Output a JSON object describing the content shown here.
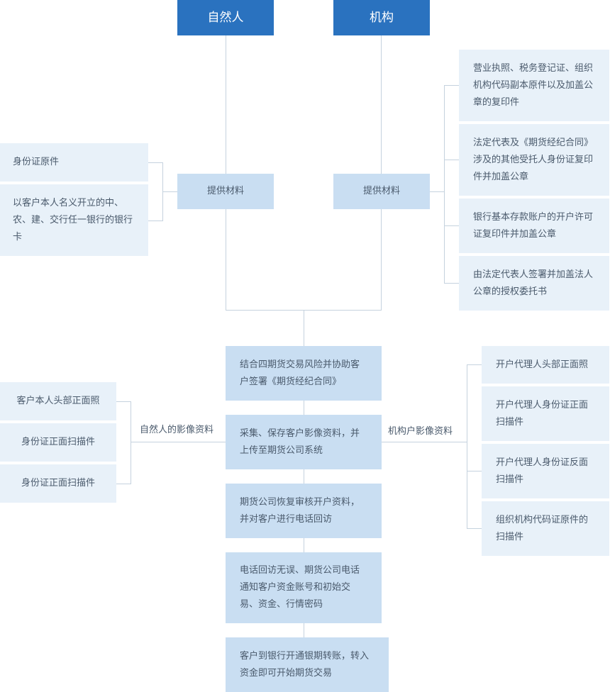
{
  "headers": {
    "natural_person": "自然人",
    "institution": "机构"
  },
  "materials": {
    "natural_label": "提供材料",
    "institution_label": "提供材料",
    "natural_items": [
      "身份证原件",
      "以客户本人名义开立的中、农、建、交行任一银行的银行卡"
    ],
    "institution_items": [
      "营业执照、税务登记证、组织机构代码副本原件以及加盖公章的复印件",
      "法定代表及《期货经纪合同》涉及的其他受托人身份证复印件并加盖公章",
      "银行基本存款账户的开户许可证复印件并加盖公章",
      "由法定代表人签署并加盖法人公章的授权委托书"
    ]
  },
  "steps": [
    "结合四期货交易风险并协助客户签署《期货经纪合同》",
    "采集、保存客户影像资料，并上传至期货公司系统",
    "期货公司恢复审核开户资料，并对客户进行电话回访",
    "电话回访无误、期货公司电话通知客户资金账号和初始交易、资金、行情密码",
    "客户到银行开通银期转账，转入资金即可开始期货交易"
  ],
  "imaging": {
    "natural_label": "自然人的影像资料",
    "institution_label": "机构户影像资料",
    "natural_items": [
      "客户本人头部正面照",
      "身份证正面扫描件",
      "身份证正面扫描件"
    ],
    "institution_items": [
      "开户代理人头部正面照",
      "开户代理人身份证正面扫描件",
      "开户代理人身份证反面扫描件",
      "组织机构代码证原件的扫描件"
    ]
  },
  "colors": {
    "header": "#2a72bf",
    "box": "#c9def2",
    "light_box": "#e8f1f9",
    "connector": "#c5d2de",
    "text": "#4a5a6c"
  }
}
